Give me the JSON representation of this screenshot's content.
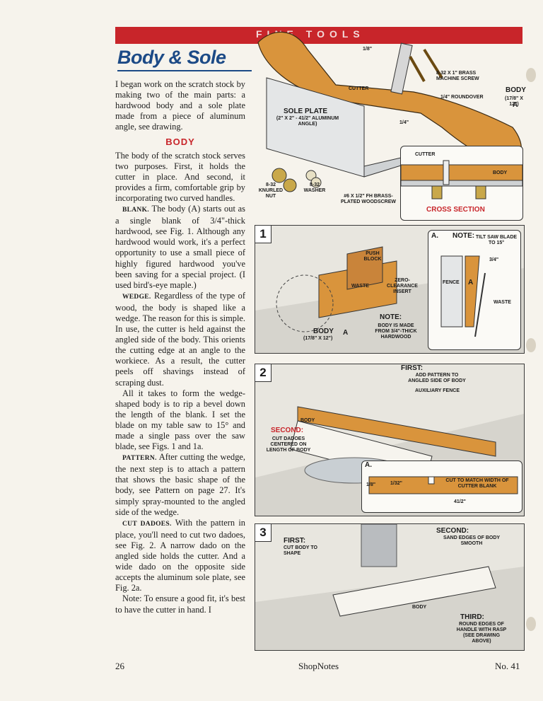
{
  "header": {
    "section": "FINE TOOLS"
  },
  "article": {
    "title": "Body & Sole"
  },
  "intro": "I began work on the scratch stock by making two of the main parts: a hardwood body and a sole plate made from a piece of aluminum angle, see drawing.",
  "heading_body": "BODY",
  "p_body": "The body of the scratch stock serves two purposes. First, it holds the cutter in place. And second, it provides a firm, comfortable grip by incorporating two curved handles.",
  "blank": {
    "sub": "BLANK.",
    "text": "The body (A) starts out as a single blank of 3/4\"-thick hardwood, see Fig. 1. Although any hardwood would work, it's a perfect opportunity to use a small piece of highly figured hardwood you've been saving for a special project. (I used bird's-eye maple.)"
  },
  "wedge": {
    "sub": "WEDGE.",
    "text": "Regardless of the type of wood, the body is shaped like a wedge. The reason for this is simple. In use, the cutter is held against the angled side of the body. This orients the cutting edge at an angle to the workiece. As a result, the cutter peels off shavings instead of scraping dust."
  },
  "p_rip": "All it takes to form the wedge-shaped body is to rip a bevel down the length of the blank. I set the blade on my table saw to 15° and made a single pass over the saw blade, see Figs. 1 and 1a.",
  "pattern": {
    "sub": "PATTERN.",
    "text": "After cutting the wedge, the next step is to attach a pattern that shows the basic shape of the body, see Pattern on page 27. It's simply spray-mounted to the angled side of the wedge."
  },
  "dadoes": {
    "sub": "CUT DADOES.",
    "text": "With the pattern in place, you'll need to cut two dadoes, see Fig. 2. A narrow dado on the angled side holds the cutter. And a wide dado on the opposite side accepts the aluminum sole plate, see Fig. 2a."
  },
  "p_note": "Note: To ensure a good fit, it's best to have the cutter in hand. I",
  "footer": {
    "page": "26",
    "magazine": "ShopNotes",
    "issue": "No. 41"
  },
  "drawing": {
    "dim_1_8": "1/8\"",
    "screw": "8-32 x 1\" BRASS MACHINE SCREW",
    "cutter": "CUTTER",
    "roundover": "1/4\" ROUNDOVER",
    "body": "BODY",
    "body_dims": "(17/8\" x 12\")",
    "part_a": "A",
    "sole_plate": "SOLE PLATE",
    "sole_dims": "(2\" x 2\" - 41/2\" ALUMINUM ANGLE)",
    "dim_1_4": "1/4\"",
    "knurled_nut": "8-32 KNURLED NUT",
    "washer": "8-32 WASHER",
    "woodscrew": "#6 x 1/2\" Fh BRASS-PLATED WOODSCREW",
    "cross_section": "CROSS SECTION",
    "cs_cutter": "CUTTER",
    "cs_body": "BODY"
  },
  "fig1": {
    "num": "1",
    "push_block": "PUSH BLOCK",
    "waste": "WASTE",
    "insert": "ZERO-CLEARANCE INSERT",
    "body": "BODY",
    "body_dims": "(17/8\" x 12\")",
    "part_a": "A",
    "note_title": "NOTE:",
    "note": "BODY IS MADE FROM 3/4\"-THICK HARDWOOD",
    "inset_letter": "a.",
    "inset_note_title": "NOTE:",
    "inset_note": "TILT SAW BLADE TO 15°",
    "inset_dim": "3/4\"",
    "inset_fence": "FENCE",
    "inset_part": "A",
    "inset_waste": "WASTE"
  },
  "fig2": {
    "num": "2",
    "first_title": "FIRST:",
    "first": "ADD PATTERN TO ANGLED SIDE OF BODY",
    "aux_fence": "AUXILIARY FENCE",
    "body": "BODY",
    "second_title": "SECOND:",
    "second": "CUT DADOES CENTERED ON LENGTH OF BODY",
    "inset_letter": "a.",
    "inset_dim1": "1/8\"",
    "inset_dim2": "1/32\"",
    "inset_dim3": "41/2\"",
    "inset_note": "CUT TO MATCH WIDTH OF CUTTER BLANK"
  },
  "fig3": {
    "num": "3",
    "first_title": "FIRST:",
    "first": "CUT BODY TO SHAPE",
    "second_title": "SECOND:",
    "second": "SAND EDGES OF BODY SMOOTH",
    "body": "BODY",
    "third_title": "THIRD:",
    "third": "ROUND EDGES OF HANDLE WITH RASP (SEE DRAWING ABOVE)"
  },
  "colors": {
    "banner": "#c8252a",
    "title": "#1c4a86",
    "wood": "#d9943c",
    "aluminum": "#cfd2d4"
  }
}
